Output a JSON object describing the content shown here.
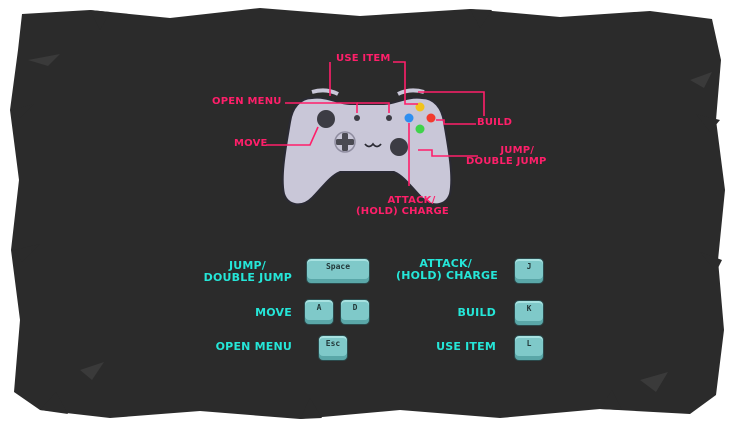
{
  "gamepad": {
    "use_item": "USE ITEM",
    "open_menu": "OPEN MENU",
    "move": "MOVE",
    "build": "BUILD",
    "jump_line1": "JUMP/",
    "jump_line2": "DOUBLE JUMP",
    "attack_line1": "ATTACK/",
    "attack_line2": "(HOLD) CHARGE"
  },
  "keyboard": {
    "jump_line1": "JUMP/",
    "jump_line2": "DOUBLE JUMP",
    "jump_key": "Space",
    "attack_line1": "ATTACK/",
    "attack_line2": "(HOLD) CHARGE",
    "attack_key": "J",
    "move": "MOVE",
    "move_key_left": "A",
    "move_key_right": "D",
    "build": "BUILD",
    "build_key": "K",
    "open_menu": "OPEN MENU",
    "open_menu_key": "Esc",
    "use_item": "USE ITEM",
    "use_item_key": "L"
  },
  "colors": {
    "background": "#2b2b2b",
    "gamepad_label": "#ff1f6a",
    "keyboard_label": "#25e6d8",
    "controller_body": "#c9c7d8",
    "button_y": "#f2c31c",
    "button_b": "#f23a2e",
    "button_x": "#2f8ff0",
    "button_a": "#3fd34a"
  }
}
